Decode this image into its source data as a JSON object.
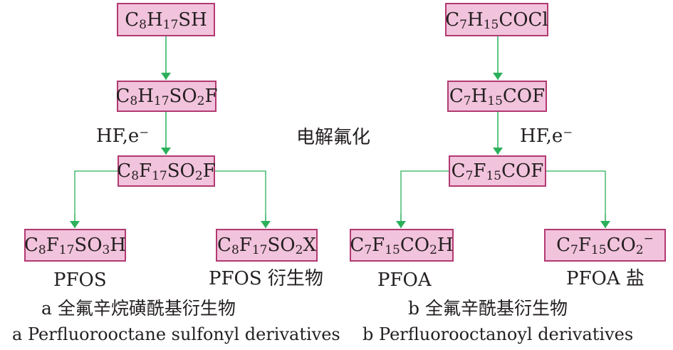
{
  "colors": {
    "box_fill": "#f2c3dc",
    "box_border": "#b23a72",
    "arrow": "#2bb05a",
    "line": "#2bb05a"
  },
  "nodes": {
    "c8h17sh": [
      [
        "C",
        ""
      ],
      [
        "8",
        "sub"
      ],
      [
        "H",
        ""
      ],
      [
        "17",
        "sub"
      ],
      [
        "SH",
        ""
      ]
    ],
    "c8h17so2f": [
      [
        "C",
        ""
      ],
      [
        "8",
        "sub"
      ],
      [
        "H",
        ""
      ],
      [
        "17",
        "sub"
      ],
      [
        "SO",
        ""
      ],
      [
        "2",
        "sub"
      ],
      [
        "F",
        ""
      ]
    ],
    "c8f17so2f": [
      [
        "C",
        ""
      ],
      [
        "8",
        "sub"
      ],
      [
        "F",
        ""
      ],
      [
        "17",
        "sub"
      ],
      [
        "SO",
        ""
      ],
      [
        "2",
        "sub"
      ],
      [
        "F",
        ""
      ]
    ],
    "c8f17so3h": [
      [
        "C",
        ""
      ],
      [
        "8",
        "sub"
      ],
      [
        "F",
        ""
      ],
      [
        "17",
        "sub"
      ],
      [
        "SO",
        ""
      ],
      [
        "3",
        "sub"
      ],
      [
        "H",
        ""
      ]
    ],
    "c8f17so2x": [
      [
        "C",
        ""
      ],
      [
        "8",
        "sub"
      ],
      [
        "F",
        ""
      ],
      [
        "17",
        "sub"
      ],
      [
        "SO",
        ""
      ],
      [
        "2",
        "sub"
      ],
      [
        "X",
        ""
      ]
    ],
    "c7h15cocl": [
      [
        "C",
        ""
      ],
      [
        "7",
        "sub"
      ],
      [
        "H",
        ""
      ],
      [
        "15",
        "sub"
      ],
      [
        "COCl",
        ""
      ]
    ],
    "c7h15cof": [
      [
        "C",
        ""
      ],
      [
        "7",
        "sub"
      ],
      [
        "H",
        ""
      ],
      [
        "15",
        "sub"
      ],
      [
        "COF",
        ""
      ]
    ],
    "c7f15cof": [
      [
        "C",
        ""
      ],
      [
        "7",
        "sub"
      ],
      [
        "F",
        ""
      ],
      [
        "15",
        "sub"
      ],
      [
        "COF",
        ""
      ]
    ],
    "c7f15co2h": [
      [
        "C",
        ""
      ],
      [
        "7",
        "sub"
      ],
      [
        "F",
        ""
      ],
      [
        "15",
        "sub"
      ],
      [
        "CO",
        ""
      ],
      [
        "2",
        "sub"
      ],
      [
        "H",
        ""
      ]
    ],
    "c7f15co2m": [
      [
        "C",
        ""
      ],
      [
        "7",
        "sub"
      ],
      [
        "F",
        ""
      ],
      [
        "15",
        "sub"
      ],
      [
        "CO",
        ""
      ],
      [
        "2",
        "sub"
      ],
      [
        "−",
        "sup"
      ]
    ]
  },
  "labels": {
    "hf_left": "HF,e⁻",
    "hf_right": "HF,e⁻",
    "center": "电解氟化",
    "pfos": "PFOS",
    "pfos_deriv": "PFOS 衍生物",
    "pfoa": "PFOA",
    "pfoa_salt": "PFOA 盐"
  },
  "captions": {
    "a_cn": "a  全氟辛烷磺酰基衍生物",
    "b_cn": "b  全氟辛酰基衍生物",
    "a_en": "a  Perfluorooctane sulfonyl derivatives",
    "b_en": "b  Perfluorooctanoyl derivatives"
  }
}
